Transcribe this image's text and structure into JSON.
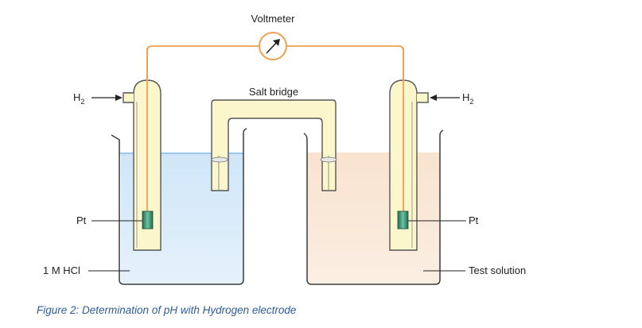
{
  "labels": {
    "voltmeter": "Voltmeter",
    "salt_bridge": "Salt bridge",
    "h2_left": "H",
    "h2_left_sub": "2",
    "h2_right": "H",
    "h2_right_sub": "2",
    "pt_left": "Pt",
    "pt_right": "Pt",
    "acid": "1 M HCl",
    "test_solution": "Test solution"
  },
  "caption": "Figure 2: Determination of pH with Hydrogen electrode",
  "colors": {
    "wire": "#f0a050",
    "tube_fill": "#fbf6cc",
    "acid_fill": "#d6eaf8",
    "test_fill": "#fae8d6",
    "outline": "#3a3a3a",
    "electrode": "#3a8a6a"
  }
}
